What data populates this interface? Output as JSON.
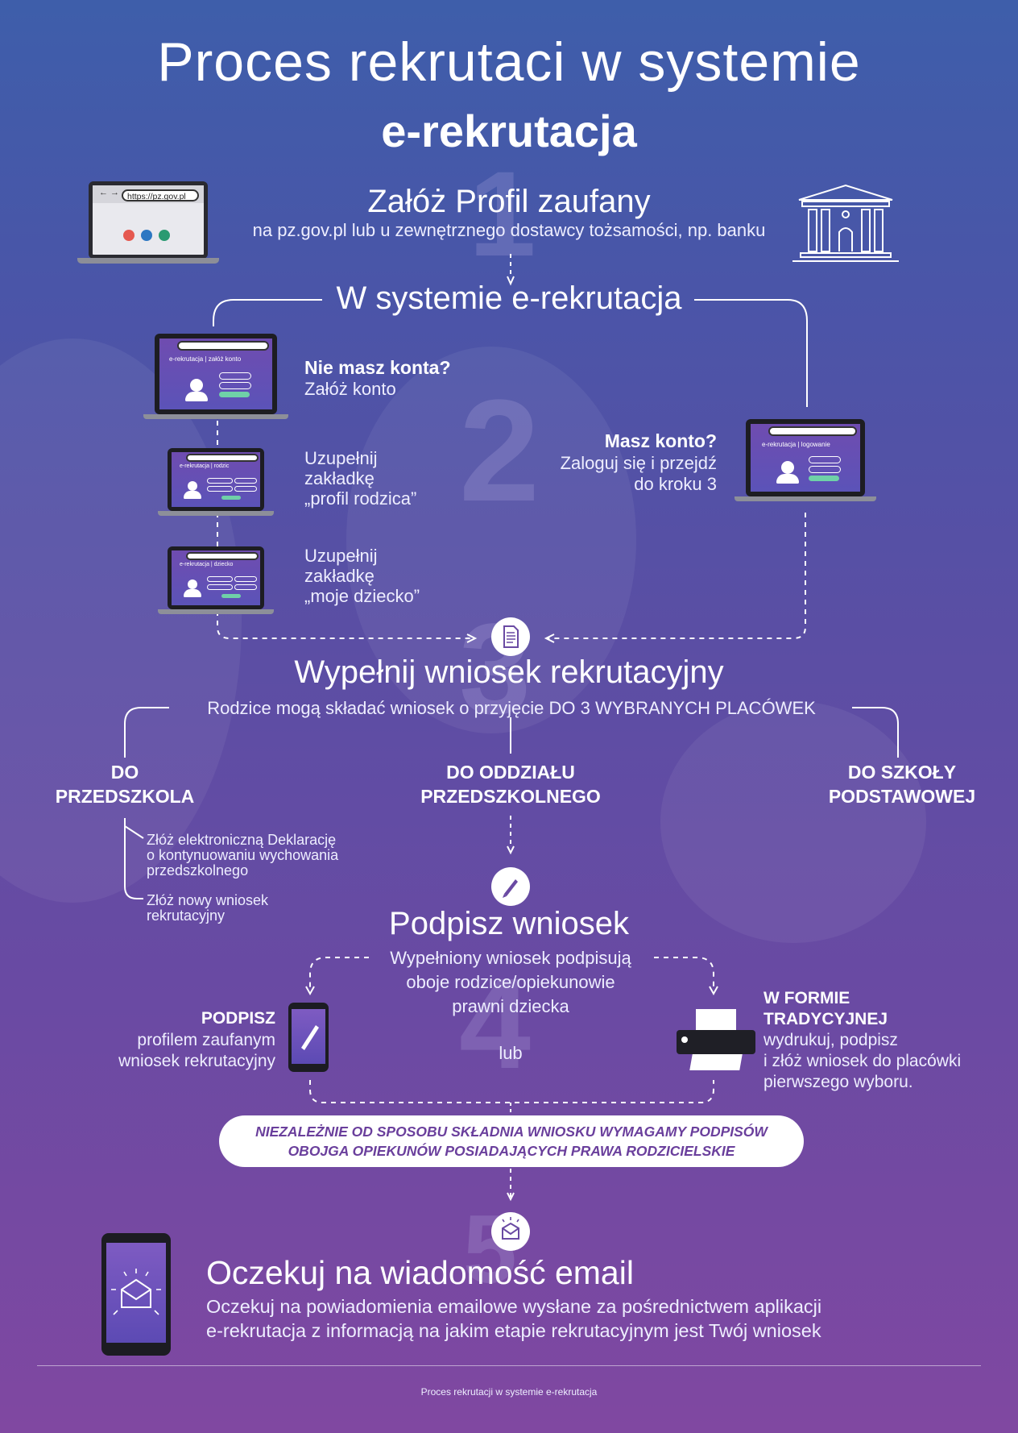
{
  "title": {
    "line1": "Proces rekrutaci w systemie",
    "line2": "e-rekrutacja"
  },
  "step_numbers": [
    "1",
    "2",
    "3",
    "4",
    "5"
  ],
  "step1": {
    "title": "Załóż Profil zaufany",
    "subtitle": "na pz.gov.pl lub u zewnętrznego dostawcy tożsamości, np. banku",
    "url": "https://pz.gov.pl"
  },
  "step2": {
    "title": "W systemie e-rekrutacja",
    "no_account_title": "Nie masz konta?",
    "no_account_text": "Załóż konto",
    "fill_parent": [
      "Uzupełnij",
      "zakładkę",
      "„profil rodzica”"
    ],
    "fill_child": [
      "Uzupełnij",
      "zakładkę",
      "„moje dziecko”"
    ],
    "has_account_title": "Masz konto?",
    "has_account_text": [
      "Zaloguj się i przejdź",
      "do kroku 3"
    ],
    "screen_labels": {
      "create": "e-rekrutacja | załóż konto",
      "parent": "e-rekrutacja | rodzic",
      "child": "e-rekrutacja | dziecko",
      "login": "e-rekrutacja | logowanie"
    }
  },
  "step3": {
    "title": "Wypełnij wniosek rekrutacyjny",
    "subtitle": "Rodzice mogą składać wniosek o przyjęcie DO 3 WYBRANYCH PLACÓWEK",
    "options": [
      {
        "line1": "DO",
        "line2": "PRZEDSZKOLA"
      },
      {
        "line1": "DO ODDZIAŁU",
        "line2": "PRZEDSZKOLNEGO"
      },
      {
        "line1": "DO SZKOŁY",
        "line2": "PODSTAWOWEJ"
      }
    ],
    "preschool_notes": [
      [
        "Złóż elektroniczną Deklarację",
        "o kontynuowaniu wychowania",
        "przedszkolnego"
      ],
      [
        "Złóż nowy wniosek",
        "rekrutacyjny"
      ]
    ]
  },
  "step4": {
    "title": "Podpisz wniosek",
    "subtitle": [
      "Wypełniony wniosek podpisują",
      "oboje rodzice/opiekunowie",
      "prawni dziecka"
    ],
    "or": "lub",
    "left_title": "PODPISZ",
    "left_text": [
      "profilem zaufanym",
      "wniosek rekrutacyjny"
    ],
    "right_title": [
      "W FORMIE",
      "TRADYCYJNEJ"
    ],
    "right_text": [
      "wydrukuj, podpisz",
      "i złóż wniosek do placówki",
      "pierwszego wyboru."
    ],
    "notice": "NIEZALEŻNIE OD SPOSOBU SKŁADNIA WNIOSKU WYMAGAMY PODPISÓW OBOJGA OPIEKUNÓW POSIADAJĄCYCH PRAWA RODZICIELSKIE"
  },
  "step5": {
    "title": "Oczekuj na wiadomość email",
    "text": [
      "Oczekuj na powiadomienia emailowe wysłane za pośrednictwem aplikacji",
      "e-rekrutacja z informacją na jakim etapie rekrutacyjnym jest Twój wniosek"
    ]
  },
  "footer": "Proces rekrutacji w systemie e-rekrutacja",
  "colors": {
    "bg_top": "#3e5eaa",
    "bg_bottom": "#8048a1",
    "notice_text": "#6a3f9c"
  },
  "icons": [
    "laptop-icon",
    "bank-icon",
    "document-icon",
    "pen-icon",
    "phone-icon",
    "printer-icon",
    "mail-icon",
    "tablet-mail-icon"
  ]
}
